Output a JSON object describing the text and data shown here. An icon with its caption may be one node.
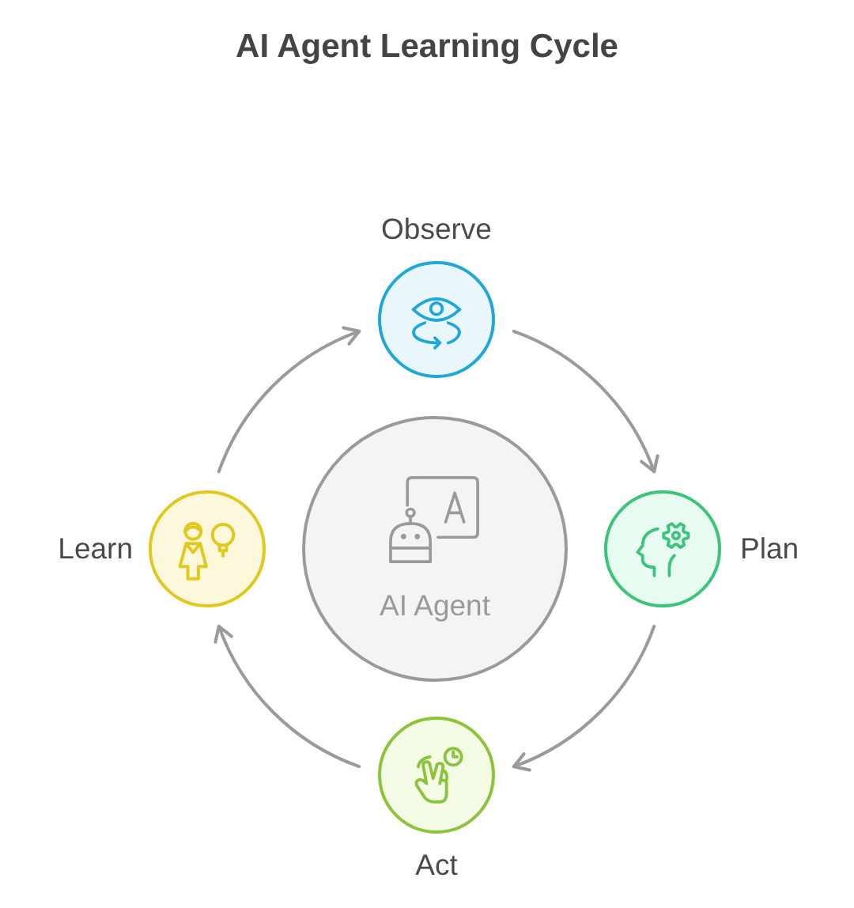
{
  "diagram": {
    "title": "AI Agent Learning Cycle",
    "nodes": [
      {
        "text": [
          "Observe"
        ]
      },
      {
        "text": [
          "Plan"
        ]
      },
      {
        "text": [
          "Act"
        ]
      },
      {
        "text": [
          "Learn"
        ]
      },
      {
        "text": [
          "AI Agent"
        ]
      }
    ],
    "edges": [
      {
        "from": 0,
        "to": 1,
        "arrow": "to"
      },
      {
        "from": 1,
        "to": 2,
        "arrow": "to"
      },
      {
        "from": 2,
        "to": 3,
        "arrow": "to"
      },
      {
        "from": 3,
        "to": 0,
        "arrow": "to"
      }
    ]
  }
}
